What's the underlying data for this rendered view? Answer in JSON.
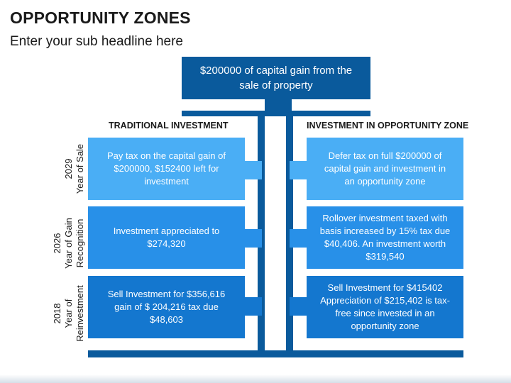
{
  "header": {
    "title": "OPPORTUNITY ZONES",
    "subtitle": "Enter your sub headline here"
  },
  "top_box": {
    "text": "$200000 of capital gain from the sale of property"
  },
  "columns": {
    "left": "TRADITIONAL INVESTMENT",
    "right": "INVESTMENT IN OPPORTUNITY ZONE"
  },
  "rows": [
    {
      "year": "2029",
      "label": "Year of Sale",
      "left": "Pay tax on the capital gain of $200000, $152400 left for investment",
      "right": "Defer tax on full $200000 of capital gain and investment in an opportunity zone",
      "color": "#4aaef5"
    },
    {
      "year": "2026",
      "label": "Year of Gain Recognition",
      "left": "Investment appreciated to $274,320",
      "right": "Rollover investment taxed with basis increased by 15% tax due $40,406. An investment worth $319,540",
      "color": "#2890e8"
    },
    {
      "year": "2018",
      "label": "Year of Reinvestment",
      "left": "Sell Investment for $356,616 gain of $ 204,216 tax due $48,603",
      "right": "Sell Investment for $415402 Appreciation of $215,402 is tax-free since invested in an opportunity zone",
      "color": "#1477cf"
    }
  ],
  "colors": {
    "dark_blue": "#0a5a9c",
    "row1": "#4aaef5",
    "row2": "#2890e8",
    "row3": "#1477cf"
  }
}
